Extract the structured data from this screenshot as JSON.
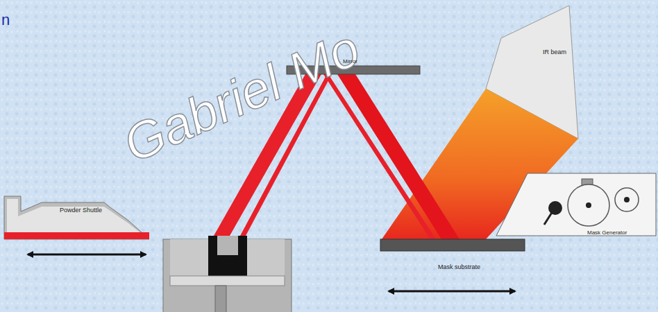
{
  "diagram": {
    "labels": [
      "n",
      "Gabriel Mo",
      "Mirror",
      "IR beam",
      "Powder Shuttle",
      "Mask Generator",
      "Mask substrate"
    ]
  }
}
